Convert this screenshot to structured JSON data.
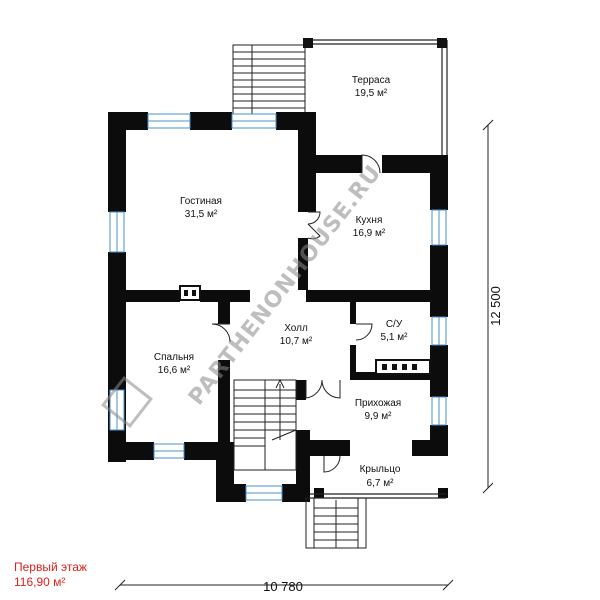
{
  "rooms": [
    {
      "id": "terrace",
      "name": "Терраса",
      "area": "19,5 м²"
    },
    {
      "id": "living",
      "name": "Гостиная",
      "area": "31,5 м²"
    },
    {
      "id": "kitchen",
      "name": "Кухня",
      "area": "16,9 м²"
    },
    {
      "id": "hall",
      "name": "Холл",
      "area": "10,7 м²"
    },
    {
      "id": "wc",
      "name": "С/У",
      "area": "5,1 м²"
    },
    {
      "id": "bedroom",
      "name": "Спальня",
      "area": "16,6 м²"
    },
    {
      "id": "entry",
      "name": "Прихожая",
      "area": "9,9 м²"
    },
    {
      "id": "porch",
      "name": "Крыльцо",
      "area": "6,7 м²"
    }
  ],
  "dimensions": {
    "width": "10 780",
    "height": "12 500"
  },
  "floor": {
    "name": "Первый этаж",
    "area": "116,90 м²"
  },
  "watermark": "PARTHENONHOUSE.RU"
}
